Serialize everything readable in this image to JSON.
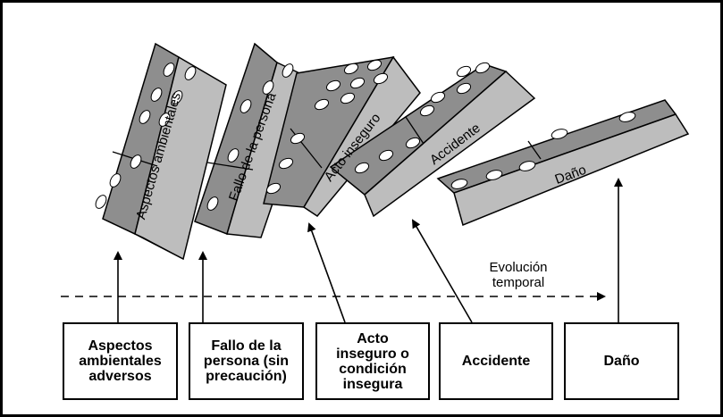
{
  "dominoes": [
    {
      "label": "Aspectos ambientales"
    },
    {
      "label": "Fallo de la persona"
    },
    {
      "label": "Acto inseguro"
    },
    {
      "label": "Accidente"
    },
    {
      "label": "Daño"
    }
  ],
  "boxes": [
    {
      "text": "Aspectos\nambientales\nadversos"
    },
    {
      "text": "Fallo de la\npersona (sin\nprecaución)"
    },
    {
      "text": "Acto\ninseguro o\ncondición\ninsegura"
    },
    {
      "text": "Accidente"
    },
    {
      "text": "Daño"
    }
  ],
  "timeline": {
    "label": "Evolución\ntemporal"
  },
  "colors": {
    "domino_face": "#8e8e8e",
    "domino_side": "#bdbdbd",
    "pip": "#ffffff",
    "line": "#000000"
  }
}
